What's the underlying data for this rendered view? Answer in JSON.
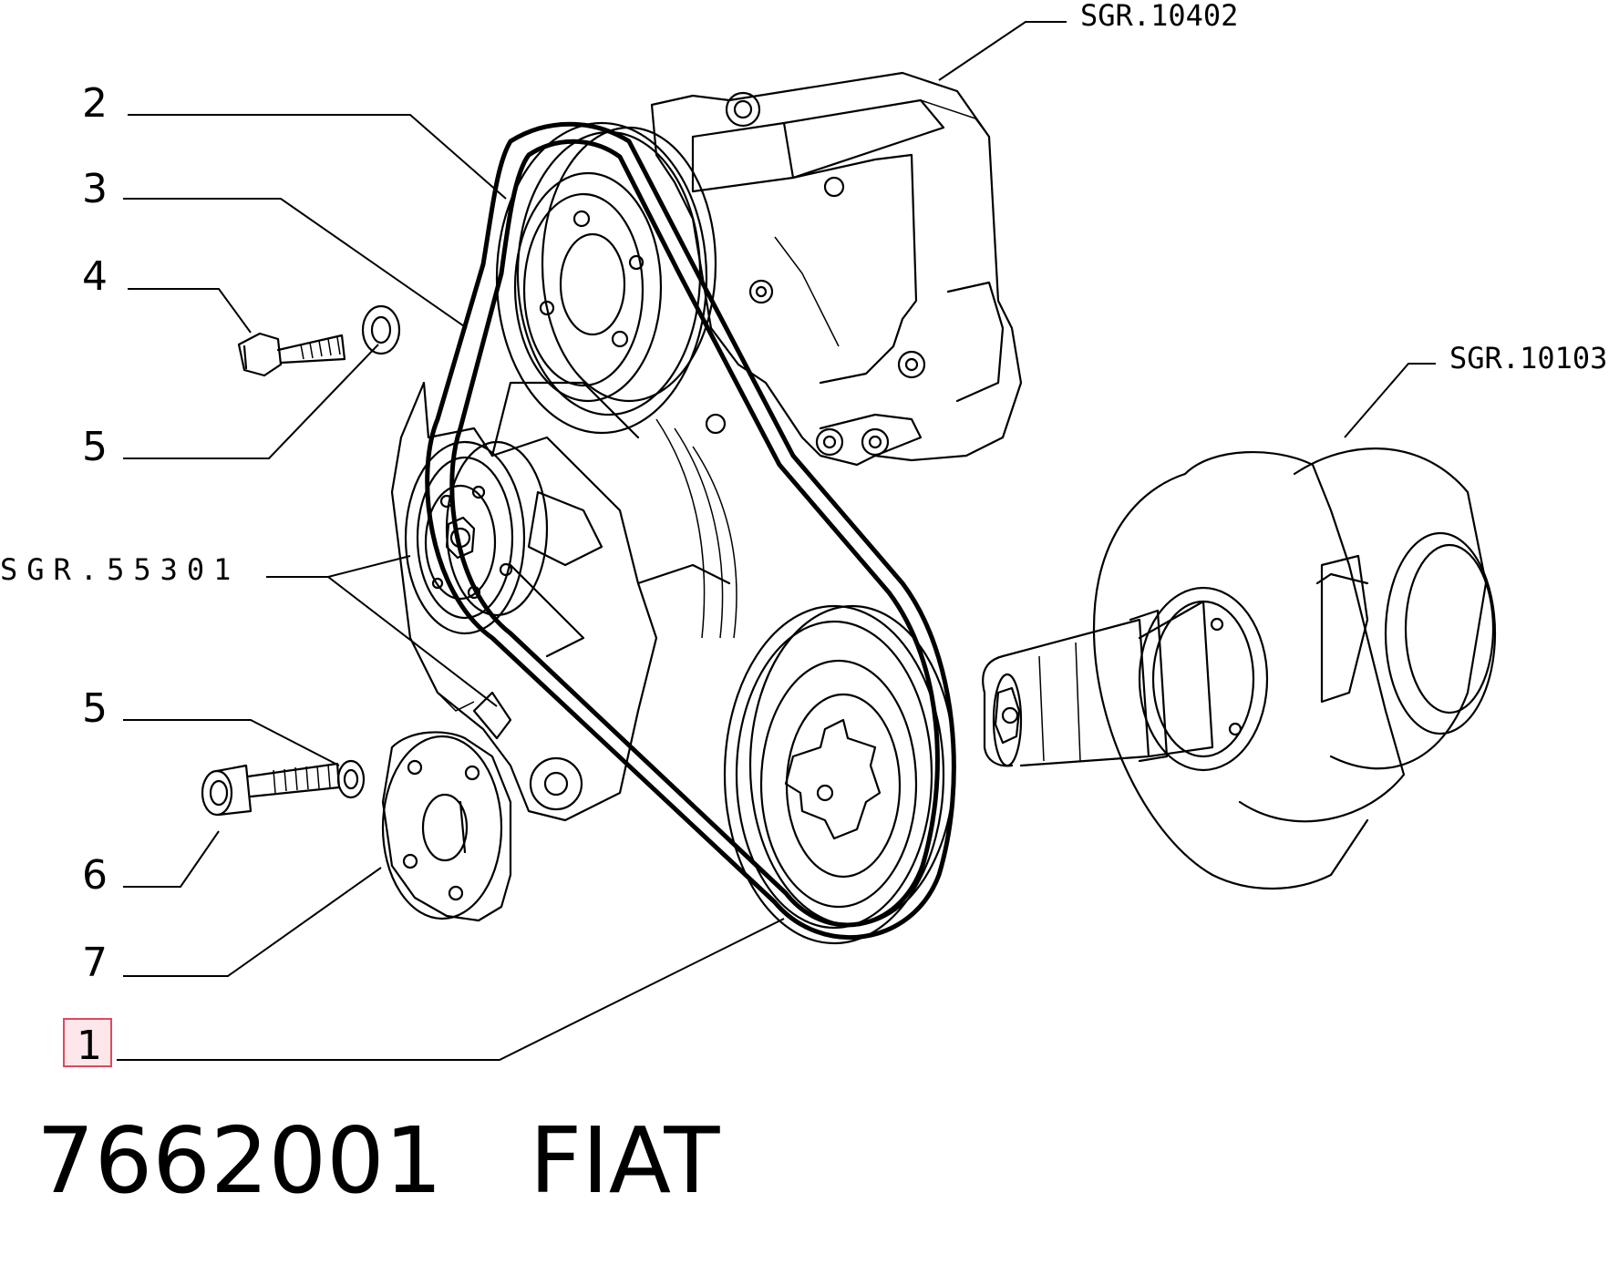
{
  "callouts": {
    "c2": "2",
    "c3": "3",
    "c4": "4",
    "c5a": "5",
    "c5b": "5",
    "c6": "6",
    "c7": "7",
    "c1": "1"
  },
  "references": {
    "ref_top": "SGR.10402",
    "ref_right": "SGR.10103",
    "ref_left": "SGR.55301"
  },
  "footer": {
    "part_number": "7662001",
    "brand": "FIAT"
  },
  "colors": {
    "line": "#000000",
    "highlight_fill": "#fde7ea",
    "highlight_stroke": "#e0485b"
  }
}
